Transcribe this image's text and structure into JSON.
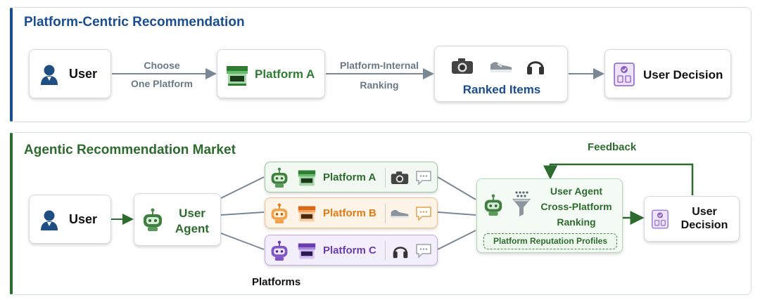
{
  "top": {
    "title": "Platform-Centric Recommendation",
    "user_label": "User",
    "edge1_line1": "Choose",
    "edge1_line2": "One Platform",
    "platform_label": "Platform A",
    "edge2_line1": "Platform-Internal",
    "edge2_line2": "Ranking",
    "ranked_label": "Ranked Items",
    "decision_label": "User Decision"
  },
  "bottom": {
    "title": "Agentic Recommendation Market",
    "user_label": "User",
    "agent_label_line1": "User",
    "agent_label_line2": "Agent",
    "platforms": [
      {
        "label": "Platform A",
        "color": "#2e7d32",
        "item_icon": "camera-icon"
      },
      {
        "label": "Platform B",
        "color": "#e07b16",
        "item_icon": "sneaker-icon"
      },
      {
        "label": "Platform C",
        "color": "#6a3cb0",
        "item_icon": "headphones-icon"
      }
    ],
    "platforms_caption": "Platforms",
    "ranker_line1": "User Agent",
    "ranker_line2": "Cross-Platform",
    "ranker_line3": "Ranking",
    "reputation_label": "Platform Reputation Profiles",
    "feedback_label": "Feedback",
    "decision_line1": "User",
    "decision_line2": "Decision"
  },
  "colors": {
    "top_accent": "#1a4e8f",
    "bottom_accent": "#2e6b2e",
    "edge_gray": "#7a8896",
    "edge_green": "#2e6b2e"
  }
}
